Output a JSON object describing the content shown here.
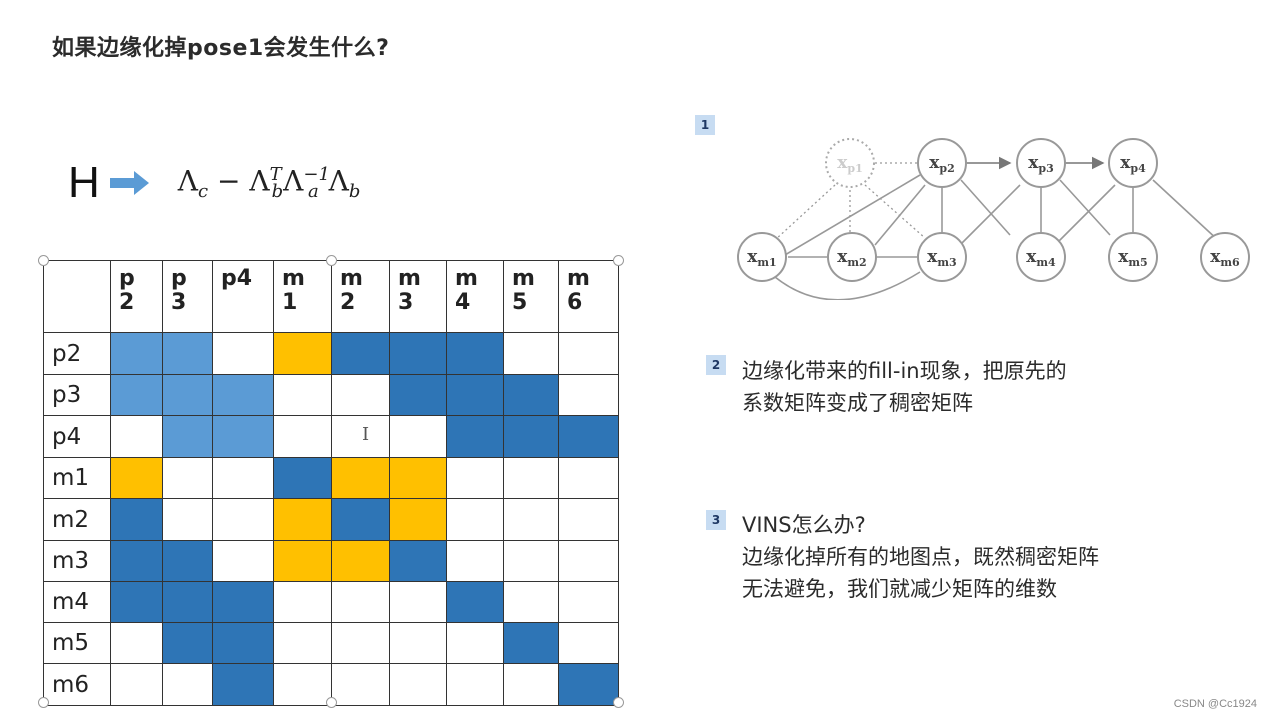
{
  "slide": {
    "title": "如果边缘化掉pose1会发生什么?",
    "formula": {
      "lhs": "H",
      "arrow_icon": "right-arrow-icon",
      "arrow_color": "#5b9bd5",
      "expr_html": "Λ_c − Λ_b^T Λ_a^{-1} Λ_b",
      "parts": {
        "lam_c": "Λ",
        "sub_c": "c",
        "minus": " − ",
        "lam_bT": "Λ",
        "sub_b1": "b",
        "sup_T": "T",
        "lam_a": "Λ",
        "sub_a": "a",
        "sup_inv": "−1",
        "lam_b": "Λ",
        "sub_b2": "b"
      }
    },
    "matrix": {
      "col_headers": [
        {
          "line1": "p",
          "line2": "2"
        },
        {
          "line1": "p",
          "line2": "3"
        },
        {
          "line1": "p4",
          "line2": ""
        },
        {
          "line1": "m",
          "line2": "1"
        },
        {
          "line1": "m",
          "line2": "2"
        },
        {
          "line1": "m",
          "line2": "3"
        },
        {
          "line1": "m",
          "line2": "4"
        },
        {
          "line1": "m",
          "line2": "5"
        },
        {
          "line1": "m",
          "line2": "6"
        }
      ],
      "row_labels": [
        "p2",
        "p3",
        "p4",
        "m1",
        "m2",
        "m3",
        "m4",
        "m5",
        "m6"
      ],
      "legend_colors": {
        "L": "#5b9bd5",
        "D": "#2e75b6",
        "O": "#ffc000",
        "E": "#ffffff"
      },
      "cells": [
        [
          "L",
          "L",
          "E",
          "O",
          "D",
          "D",
          "D",
          "E",
          "E"
        ],
        [
          "L",
          "L",
          "L",
          "E",
          "E",
          "D",
          "D",
          "D",
          "E"
        ],
        [
          "E",
          "L",
          "L",
          "E",
          "E",
          "E",
          "D",
          "D",
          "D"
        ],
        [
          "O",
          "E",
          "E",
          "D",
          "O",
          "O",
          "E",
          "E",
          "E"
        ],
        [
          "D",
          "E",
          "E",
          "O",
          "D",
          "O",
          "E",
          "E",
          "E"
        ],
        [
          "D",
          "D",
          "E",
          "O",
          "O",
          "D",
          "E",
          "E",
          "E"
        ],
        [
          "D",
          "D",
          "D",
          "E",
          "E",
          "E",
          "D",
          "E",
          "E"
        ],
        [
          "E",
          "D",
          "D",
          "E",
          "E",
          "E",
          "E",
          "D",
          "E"
        ],
        [
          "E",
          "E",
          "D",
          "E",
          "E",
          "E",
          "E",
          "E",
          "D"
        ]
      ]
    },
    "graph": {
      "nodes": [
        {
          "id": "xp1",
          "label": "x",
          "sub": "p1",
          "faded": true
        },
        {
          "id": "xp2",
          "label": "x",
          "sub": "p2"
        },
        {
          "id": "xp3",
          "label": "x",
          "sub": "p3"
        },
        {
          "id": "xp4",
          "label": "x",
          "sub": "p4"
        },
        {
          "id": "xm1",
          "label": "x",
          "sub": "m1"
        },
        {
          "id": "xm2",
          "label": "x",
          "sub": "m2"
        },
        {
          "id": "xm3",
          "label": "x",
          "sub": "m3"
        },
        {
          "id": "xm4",
          "label": "x",
          "sub": "m4"
        },
        {
          "id": "xm5",
          "label": "x",
          "sub": "m5"
        },
        {
          "id": "xm6",
          "label": "x",
          "sub": "m6"
        }
      ]
    },
    "notes": [
      {
        "badge": "1"
      },
      {
        "badge": "2",
        "lines": [
          "边缘化带来的fill-in现象，把原先的",
          "系数矩阵变成了稠密矩阵"
        ]
      },
      {
        "badge": "3",
        "lines": [
          "VINS怎么办?",
          "边缘化掉所有的地图点，既然稠密矩阵",
          "无法避免，我们就减少矩阵的维数"
        ]
      }
    ],
    "watermark": "CSDN @Cc1924"
  }
}
